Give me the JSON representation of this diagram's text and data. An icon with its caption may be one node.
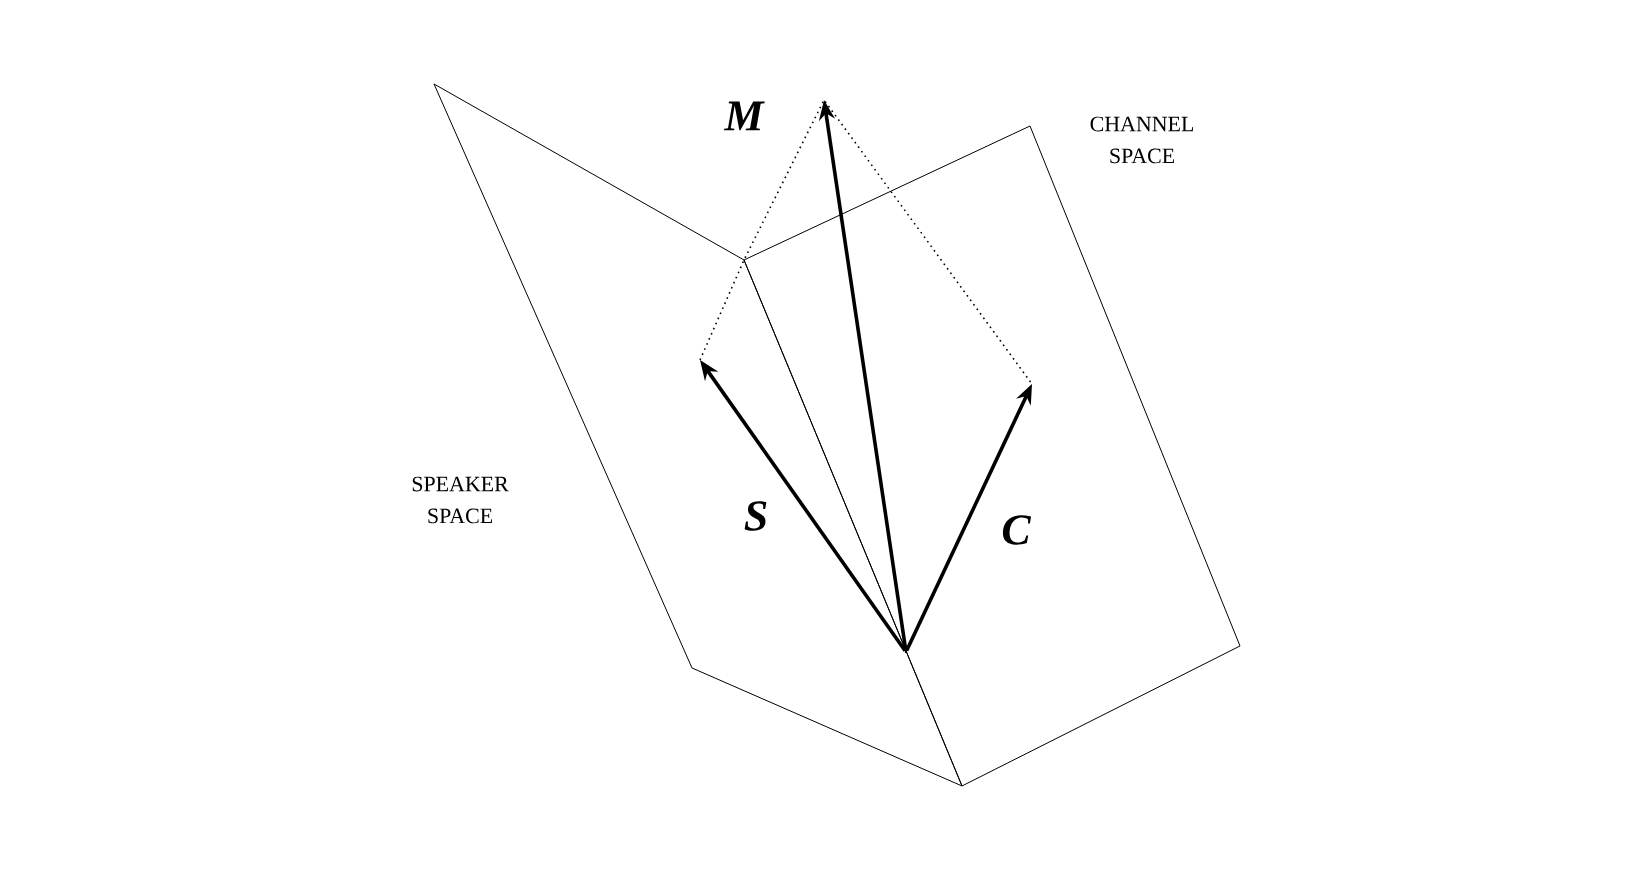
{
  "diagram": {
    "nodes": [
      {
        "text": [
          "SPEAKER SPACE"
        ]
      },
      {
        "text": [
          "CHANNEL SPACE"
        ]
      },
      {
        "text": [],
        "shape": "point"
      }
    ],
    "edges": [
      {
        "from": 2,
        "to": null,
        "arrow": "to",
        "label": "S"
      },
      {
        "from": 2,
        "to": null,
        "arrow": "to",
        "label": "C"
      },
      {
        "from": 2,
        "to": null,
        "arrow": "to",
        "label": "M"
      }
    ]
  }
}
